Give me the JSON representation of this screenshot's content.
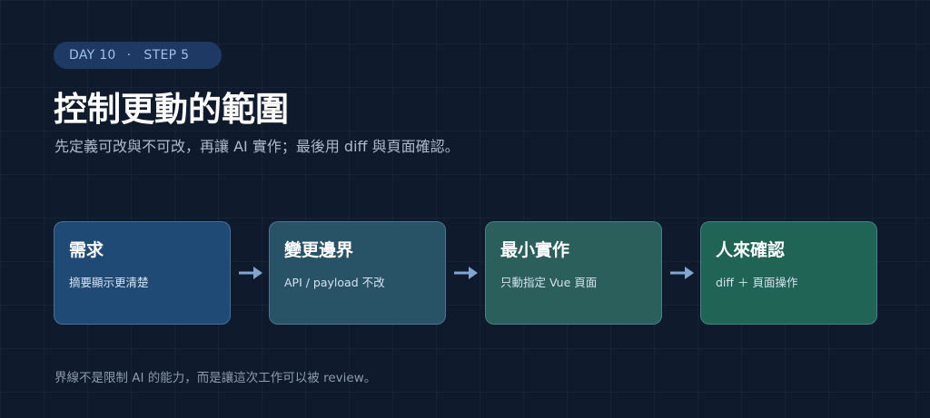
{
  "header": {
    "day": "DAY 10",
    "separator": "·",
    "step": "STEP 5",
    "title": "控制更動的範圍",
    "subtitle": "先定義可改與不可改，再讓 AI 實作；最後用 diff 與頁面確認。"
  },
  "flow": {
    "steps": [
      {
        "title": "需求",
        "desc": "摘要顯示更清楚"
      },
      {
        "title": "變更邊界",
        "desc": "API / payload 不改"
      },
      {
        "title": "最小實作",
        "desc": "只動指定 Vue 頁面"
      },
      {
        "title": "人來確認",
        "desc": "diff ＋ 頁面操作"
      }
    ],
    "arrow_icon": "right-arrow-icon"
  },
  "footer": {
    "note": "界線不是限制 AI 的能力，而是讓這次工作可以被 review。"
  },
  "colors": {
    "background": "#0f1a2c",
    "pill": "#1e3a64",
    "card_1": "#1f4a76",
    "card_2": "#285266",
    "card_3": "#2a5f5c",
    "card_4": "#1f6455",
    "arrow": "#7ea8d0"
  }
}
